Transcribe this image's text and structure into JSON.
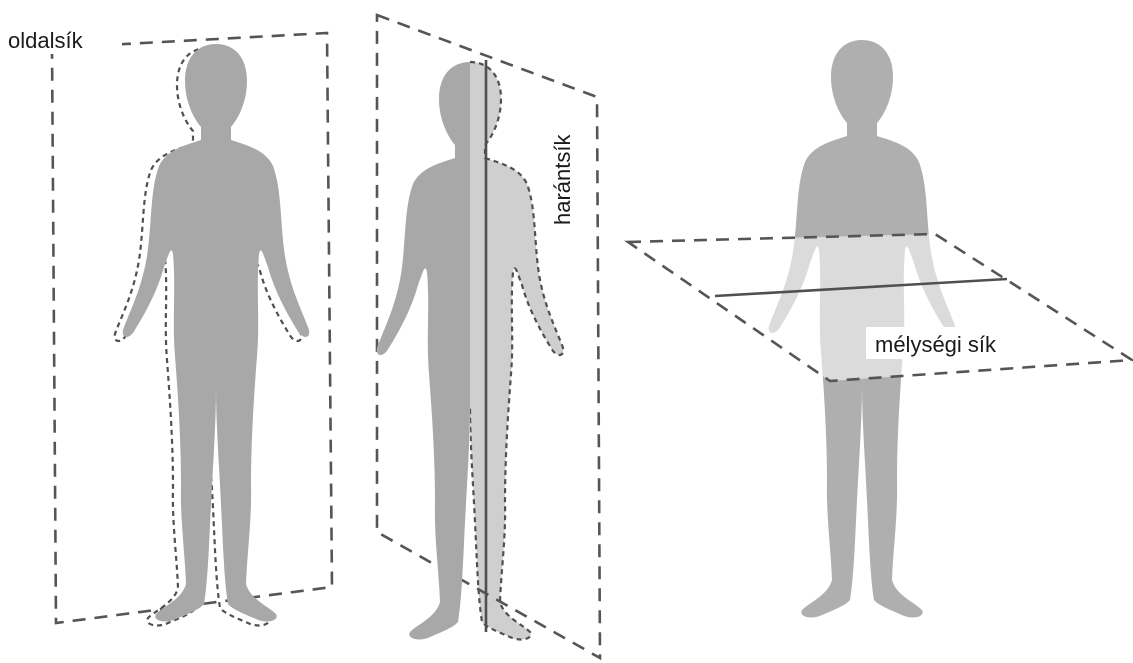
{
  "labels": {
    "sagittal": "oldalsík",
    "frontal": "harántsík",
    "transverse": "mélységi sík"
  },
  "colors": {
    "body": "#a8a8a8",
    "body_hidden": "#cfcfcf",
    "plane_line": "#555555",
    "label": "#1a1a1a"
  }
}
